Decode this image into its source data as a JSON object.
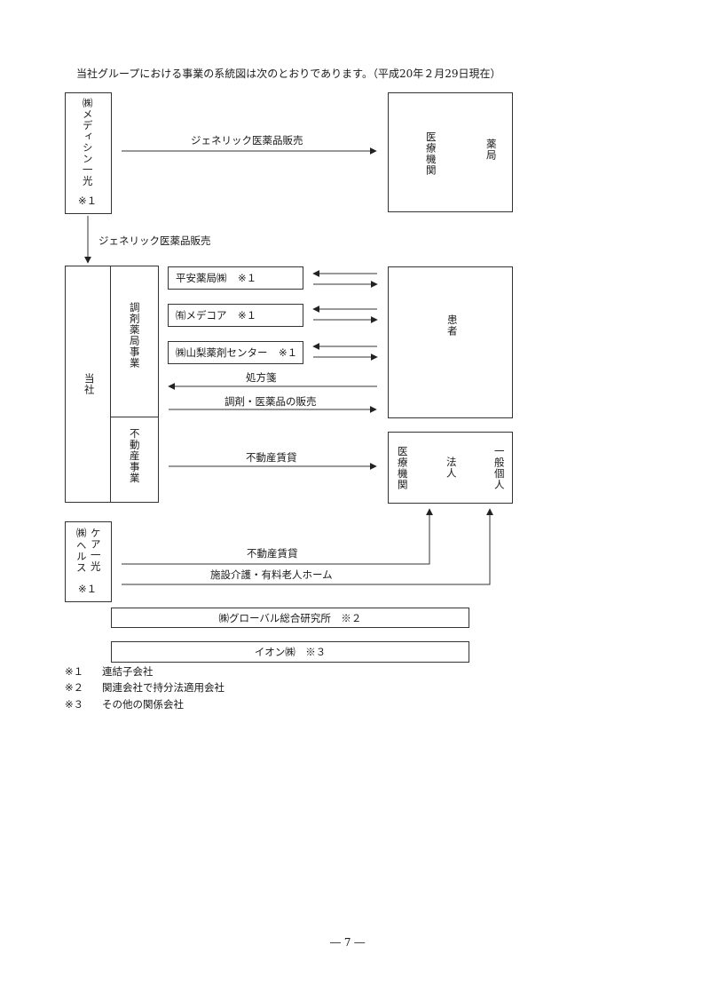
{
  "intro": "当社グループにおける事業の系統図は次のとおりであります。（平成20年２月29日現在）",
  "medicine_ikko": {
    "name": "㈱メディシン一光",
    "note": "※１"
  },
  "customers": {
    "medical": "医療機関",
    "pharmacy": "薬局",
    "patient": "患者",
    "medical2": "医療機関",
    "corporation": "法人",
    "individual": "一般個人"
  },
  "flows": {
    "generic_sale_1": "ジェネリック医薬品販売",
    "generic_sale_2": "ジェネリック医薬品販売",
    "prescription": "処方箋",
    "dispensing_sales": "調剤・医薬品の販売",
    "real_estate_1": "不動産賃貸",
    "real_estate_2": "不動産賃貸",
    "nursing": "施設介護・有料老人ホーム"
  },
  "company": {
    "name": "当社",
    "seg_pharmacy": "調剤薬局事業",
    "seg_realestate": "不動産事業"
  },
  "subsidiaries": [
    {
      "name": "平安薬局㈱",
      "note": "※１"
    },
    {
      "name": "㈲メデコア",
      "note": "※１"
    },
    {
      "name": "㈱山梨薬剤センター",
      "note": "※１"
    }
  ],
  "care_health": {
    "name": "㈱ケア一光ヘルス",
    "col1": "ヘルス",
    "col2": "ケア一光",
    "prefix": "㈱",
    "note": "※１"
  },
  "global": "㈱グローバル総合研究所　※２",
  "aeon": "イオン㈱　※３",
  "legend": [
    {
      "mark": "※１",
      "text": "連結子会社"
    },
    {
      "mark": "※２",
      "text": "関連会社で持分法適用会社"
    },
    {
      "mark": "※３",
      "text": "その他の関係会社"
    }
  ],
  "page_number": "― 7 ―"
}
